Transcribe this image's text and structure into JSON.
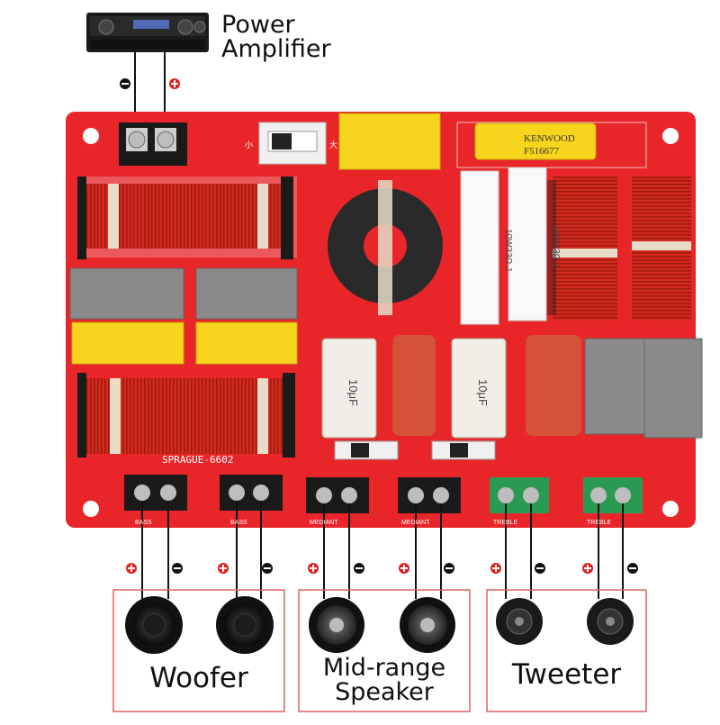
{
  "header": {
    "line1": "Power",
    "line2": "Amplifier"
  },
  "board": {
    "model": "SPRAGUE-6602",
    "capacitor_brand": "KENWOOD",
    "capacitor_code": "F516677",
    "cap_value_left": "10μF",
    "cap_value_right": "10μF",
    "resistor_left": "10W33Ω J",
    "resistor_right": "10W33Ω J",
    "switch_small": "小",
    "switch_big": "大",
    "terminal_labels": [
      "BASS",
      "BASS",
      "MEDIANT",
      "MEDIANT",
      "TREBLE",
      "TREBLE"
    ]
  },
  "groups": {
    "woofer": "Woofer",
    "midrange_line1": "Mid-range",
    "midrange_line2": "Speaker",
    "tweeter": "Tweeter"
  },
  "colors": {
    "pcb": "#e8262a",
    "capacitor_yellow": "#f7d51c",
    "capacitor_grey": "#8a8a8a",
    "coil_copper": "#d4301c",
    "wire": "#111111",
    "positive": "#e02020",
    "negative": "#111111",
    "frame": "#e06060"
  }
}
